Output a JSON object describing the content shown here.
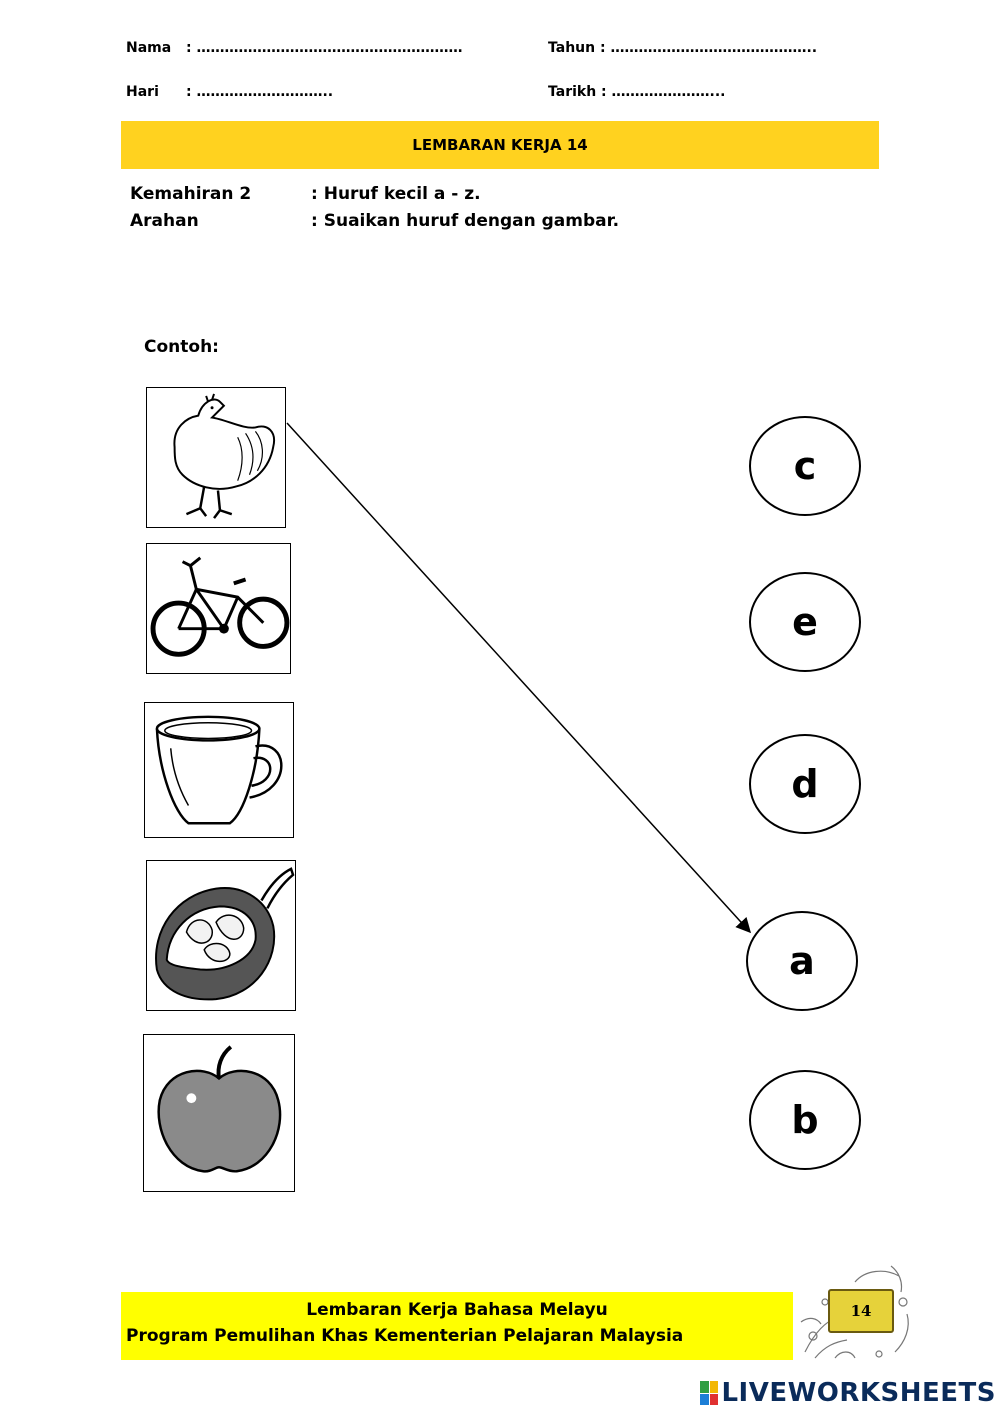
{
  "header": {
    "nama_label": "Nama",
    "nama_line": ": …………………………………………………",
    "tahun_label": "Tahun : ……………………………………..",
    "hari_label": "Hari",
    "hari_line": ":  ………………………..",
    "tarikh_label": "Tarikh : …………………..."
  },
  "title": "LEMBARAN KERJA  14",
  "instructions": {
    "skill_label": "Kemahiran 2",
    "skill_value": ": Huruf kecil a - z.",
    "direction_label": "Arahan",
    "direction_value": ": Suaikan huruf dengan gambar."
  },
  "example_label": "Contoh:",
  "pictures": [
    {
      "icon": "chicken-icon",
      "word": "ayam"
    },
    {
      "icon": "bicycle-icon",
      "word": "basikal"
    },
    {
      "icon": "cup-icon",
      "word": "cawan"
    },
    {
      "icon": "durian-icon",
      "word": "durian"
    },
    {
      "icon": "apple-icon",
      "word": "epal"
    }
  ],
  "letters": [
    "c",
    "e",
    "d",
    "a",
    "b"
  ],
  "example_match": {
    "picture": "chicken-icon",
    "letter": "a"
  },
  "footer": {
    "line1": "Lembaran Kerja Bahasa Melayu",
    "line2": "Program Pemulihan  Khas  Kementerian  Pelajaran Malaysia",
    "page_number": "14"
  },
  "watermark": "LIVEWORKSHEETS",
  "colors": {
    "title_bar": "#ffd21f",
    "footer_bar": "#ffff00",
    "badge": "#e6d23a",
    "watermark": "#0a2b5a"
  }
}
